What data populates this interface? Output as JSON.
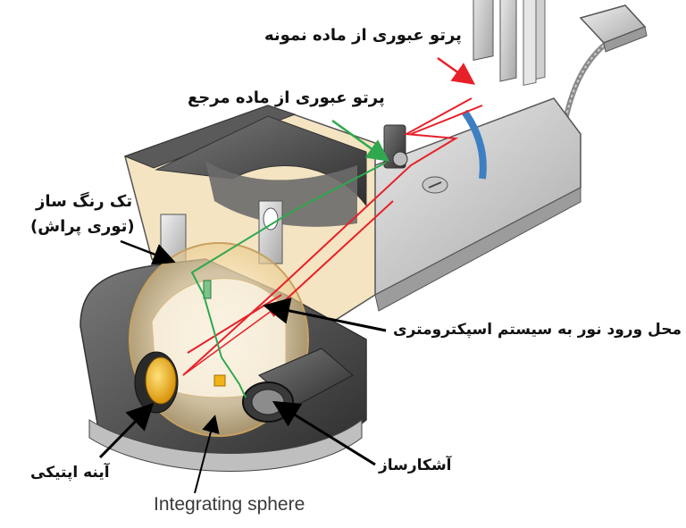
{
  "labels": {
    "sample_beam": "پرتو عبوری از ماده نمونه",
    "reference_beam": "پرتو عبوری از ماده مرجع",
    "monochromator_line1": "تک رنگ ساز",
    "monochromator_line2": "(توری پراش)",
    "light_entry": "محل ورود نور به سیستم اسپکترومتری",
    "detector": "آشکارساز",
    "optical_mirror": "آینه اپتیکی",
    "integrating_sphere": "Integrating sphere"
  },
  "colors": {
    "sample_beam": "#e8202a",
    "reference_beam": "#2fa84f",
    "housing_light": "#d9d9d9",
    "housing_dark": "#4a4a4a",
    "mirror_gold": "#f2b318",
    "interior_beige": "#f5e6c8"
  }
}
